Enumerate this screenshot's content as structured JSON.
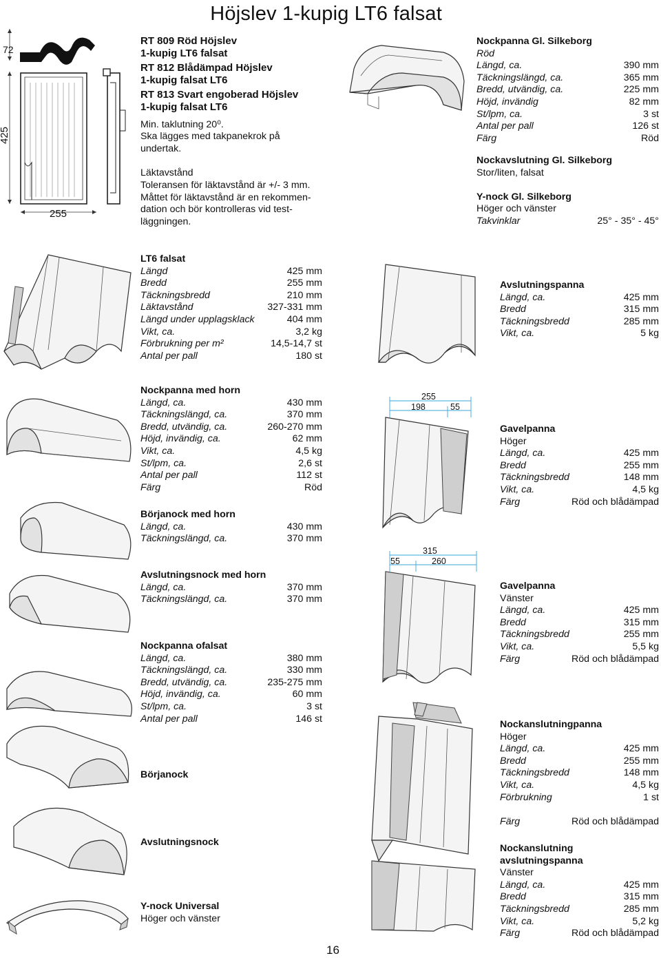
{
  "page_title": "Höjslev 1-kupig LT6 falsat",
  "page_number": "16",
  "drawing_dims": {
    "height": "72",
    "tile_height": "425",
    "tile_width": "255"
  },
  "intro": {
    "lines_bold": [
      "RT 809 Röd Höjslev",
      "1-kupig LT6 falsat",
      "RT 812 Blådämpad Höjslev",
      "1-kupig falsat LT6",
      "RT 813 Svart engoberad Höjslev",
      "1-kupig falsat LT6"
    ],
    "notes": [
      "Min. taklutning 20⁰.",
      "Ska lägges med takpanekrok på",
      "undertak."
    ],
    "lakt_heading": "Läktavstånd",
    "lakt_lines": [
      "Toleransen för läktavstånd är +/- 3 mm.",
      "Måttet för läktavstånd är en rekommen-",
      "dation och bör kontrolleras vid test-",
      "läggningen."
    ]
  },
  "nockpanna_gl": {
    "heading": "Nockpanna Gl. Silkeborg",
    "sub": "Röd",
    "rows": [
      [
        "Längd, ca.",
        "390 mm"
      ],
      [
        "Täckningslängd, ca.",
        "365 mm"
      ],
      [
        "Bredd, utvändig, ca.",
        "225 mm"
      ],
      [
        "Höjd, invändig",
        "82 mm"
      ],
      [
        "St/lpm, ca.",
        "3 st"
      ],
      [
        "Antal per pall",
        "126 st"
      ],
      [
        "Färg",
        "Röd"
      ]
    ]
  },
  "nockavslutning": {
    "heading": "Nockavslutning Gl. Silkeborg",
    "sub": "Stor/liten, falsat"
  },
  "ynock": {
    "heading": "Y-nock Gl. Silkeborg",
    "sub": "Höger och vänster",
    "row": [
      "Takvinklar",
      "25° - 35° - 45°"
    ]
  },
  "lt6": {
    "heading": "LT6 falsat",
    "rows": [
      [
        "Längd",
        "425 mm"
      ],
      [
        "Bredd",
        "255 mm"
      ],
      [
        "Täckningsbredd",
        "210 mm"
      ],
      [
        "Läktavstånd",
        "327-331 mm"
      ],
      [
        "Längd under upplagsklack",
        "404 mm"
      ],
      [
        "Vikt, ca.",
        "3,2 kg"
      ],
      [
        "Förbrukning per m²",
        "14,5-14,7 st"
      ],
      [
        "Antal per pall",
        "180 st"
      ]
    ]
  },
  "avslutningspanna": {
    "heading": "Avslutningspanna",
    "rows": [
      [
        "Längd, ca.",
        "425 mm"
      ],
      [
        "Bredd",
        "315 mm"
      ],
      [
        "Täckningsbredd",
        "285 mm"
      ],
      [
        "Vikt, ca.",
        "5 kg"
      ]
    ]
  },
  "nockpanna_horn": {
    "heading": "Nockpanna med horn",
    "rows": [
      [
        "Längd, ca.",
        "430 mm"
      ],
      [
        "Täckningslängd, ca.",
        "370 mm"
      ],
      [
        "Bredd, utvändig, ca.",
        "260-270 mm"
      ],
      [
        "Höjd, invändig, ca.",
        "62 mm"
      ],
      [
        "Vikt, ca.",
        "4,5 kg"
      ],
      [
        "St/lpm, ca.",
        "2,6 st"
      ],
      [
        "Antal per pall",
        "112 st"
      ],
      [
        "Färg",
        "Röd"
      ]
    ]
  },
  "borjanock_horn": {
    "heading": "Börjanock med horn",
    "rows": [
      [
        "Längd, ca.",
        "430 mm"
      ],
      [
        "Täckningslängd, ca.",
        "370 mm"
      ]
    ]
  },
  "avslutningsnock_horn": {
    "heading": "Avslutningsnock med horn",
    "rows": [
      [
        "Längd, ca.",
        "370 mm"
      ],
      [
        "Täckningslängd, ca.",
        "370 mm"
      ]
    ]
  },
  "nockpanna_ofalsat": {
    "heading": "Nockpanna ofalsat",
    "rows": [
      [
        "Längd, ca.",
        "380 mm"
      ],
      [
        "Täckningslängd, ca.",
        "330 mm"
      ],
      [
        "Bredd, utvändig, ca.",
        "235-275 mm"
      ],
      [
        "Höjd, invändig, ca.",
        "60 mm"
      ],
      [
        "St/lpm, ca.",
        "3 st"
      ],
      [
        "Antal per pall",
        "146 st"
      ]
    ]
  },
  "borjanock": {
    "heading": "Börjanock"
  },
  "avslutningsnock": {
    "heading": "Avslutningsnock"
  },
  "ynock_universal": {
    "heading": "Y-nock Universal",
    "sub": "Höger och vänster"
  },
  "gavel_dims_top": {
    "total": "255",
    "a": "198",
    "b": "55"
  },
  "gavel_dims_bottom": {
    "total": "315",
    "a": "55",
    "b": "260"
  },
  "gavelpanna_hoger": {
    "heading": "Gavelpanna",
    "sub": "Höger",
    "rows": [
      [
        "Längd, ca.",
        "425 mm"
      ],
      [
        "Bredd",
        "255 mm"
      ],
      [
        "Täckningsbredd",
        "148 mm"
      ],
      [
        "Vikt, ca.",
        "4,5 kg"
      ],
      [
        "Färg",
        "Röd och blådämpad"
      ]
    ]
  },
  "gavelpanna_vanster": {
    "heading": "Gavelpanna",
    "sub": "Vänster",
    "rows": [
      [
        "Längd, ca.",
        "425 mm"
      ],
      [
        "Bredd",
        "315 mm"
      ],
      [
        "Täckningsbredd",
        "255 mm"
      ],
      [
        "Vikt, ca.",
        "5,5 kg"
      ],
      [
        "Färg",
        "Röd och blådämpad"
      ]
    ]
  },
  "nockanslutningpanna": {
    "heading": "Nockanslutningpanna",
    "sub": "Höger",
    "rows": [
      [
        "Längd, ca.",
        "425 mm"
      ],
      [
        "Bredd",
        "255 mm"
      ],
      [
        "Täckningsbredd",
        "148 mm"
      ],
      [
        "Vikt, ca.",
        "4,5 kg"
      ],
      [
        "Förbrukning",
        "1 st"
      ]
    ],
    "farg": [
      "Färg",
      "Röd och blådämpad"
    ]
  },
  "nockanslutning_avsl": {
    "heading1": "Nockanslutning",
    "heading2": "avslutningspanna",
    "sub": "Vänster",
    "rows": [
      [
        "Längd, ca.",
        "425 mm"
      ],
      [
        "Bredd",
        "315 mm"
      ],
      [
        "Täckningsbredd",
        "285 mm"
      ],
      [
        "Vikt, ca.",
        "5,2 kg"
      ],
      [
        "Färg",
        "Röd och blådämpad"
      ]
    ]
  }
}
